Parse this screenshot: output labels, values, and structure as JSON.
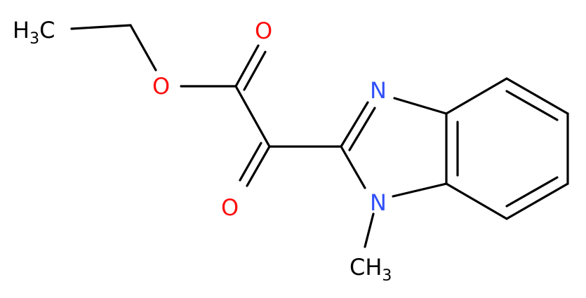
{
  "molecule": {
    "atoms": {
      "ch3_left": {
        "text": "H",
        "sub": "3",
        "tail": "C",
        "color": "#000000"
      },
      "o_ester": {
        "text": "O",
        "color": "#ff0d0d"
      },
      "o_carbonyl_top": {
        "text": "O",
        "color": "#ff0d0d"
      },
      "o_carbonyl_bottom": {
        "text": "O",
        "color": "#ff0d0d"
      },
      "n_top": {
        "text": "N",
        "color": "#3050f8"
      },
      "n_bottom": {
        "text": "N",
        "color": "#3050f8"
      },
      "ch3_bottom": {
        "text": "CH",
        "sub": "3",
        "color": "#000000"
      }
    }
  }
}
